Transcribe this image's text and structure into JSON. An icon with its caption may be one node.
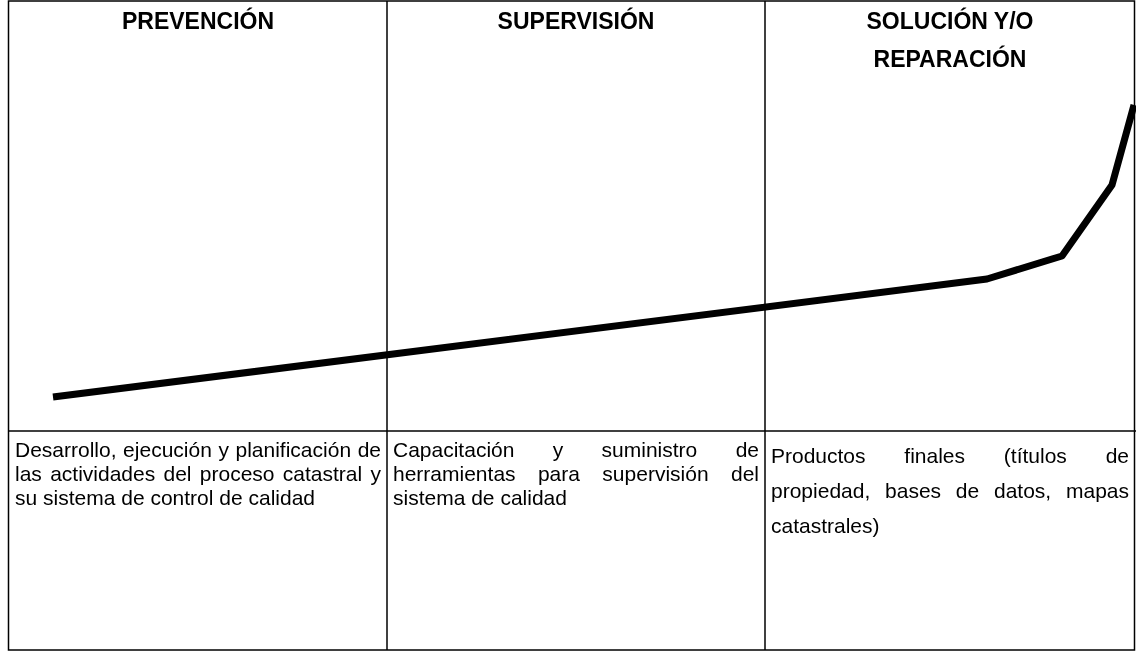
{
  "diagram": {
    "labels": [
      "PREVENCIÓN",
      "SUPERVISIÓN",
      "SOLUCIÓN Y/O REPARACIÓN",
      "Desarrollo, ejecución y planificación de las actividades del proceso catastral y su sistema de control de calidad",
      "Capacitación y suministro de herramientas para supervisión del sistema de calidad",
      "Productos finales (títulos de propiedad, bases de datos, mapas catastrales)"
    ]
  }
}
